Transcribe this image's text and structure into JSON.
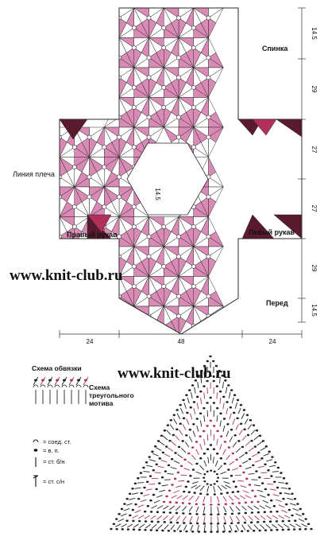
{
  "schema": {
    "labels": {
      "back": "Спинка",
      "front": "Перед",
      "shoulder_line": "Линия плеча",
      "right_sleeve": "Правый рукав",
      "left_sleeve": "Левый рукав"
    },
    "dim_right": [
      "14.5",
      "29",
      "27",
      "27",
      "29",
      "14.5"
    ],
    "dim_center": "14.5",
    "dim_bottom": [
      "24",
      "48",
      "24"
    ]
  },
  "watermarks": [
    "www.knit-club.ru",
    "www.knit-club.ru"
  ],
  "edging_title": "Схема обвязки",
  "motif_title": [
    "Схема",
    "треугольного",
    "мотива"
  ],
  "legend": [
    {
      "symbol": "slip-stitch",
      "label": "= соед. ст."
    },
    {
      "symbol": "chain",
      "label": "= в. п."
    },
    {
      "symbol": "single-crochet",
      "label": "= ст. б/н"
    },
    {
      "symbol": "double-crochet",
      "label": "= ст. с/н"
    }
  ],
  "colors": {
    "pink": "#d98bb5",
    "dark": "#5a1a2e",
    "magenta": "#b0305a",
    "line": "#2b2b2b"
  }
}
